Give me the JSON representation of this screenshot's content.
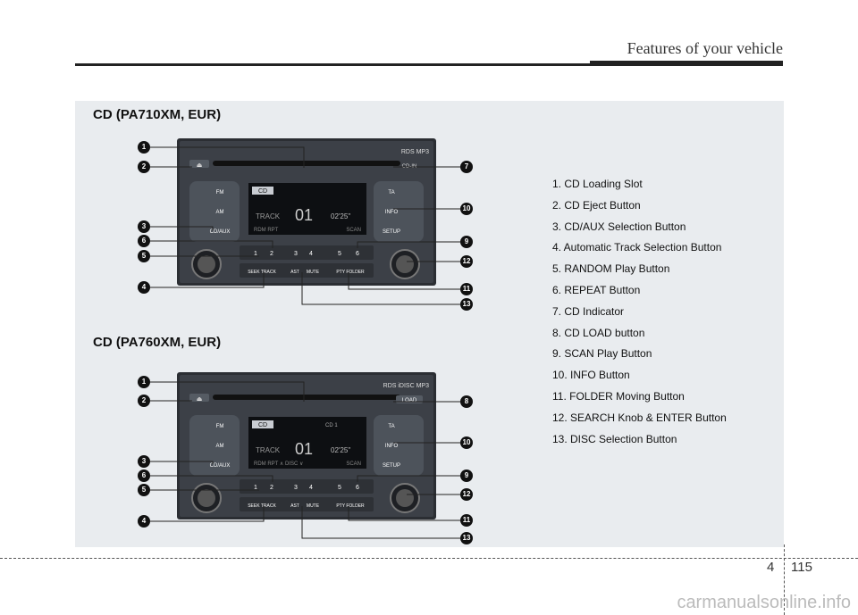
{
  "header": {
    "title": "Features of your vehicle"
  },
  "sections": [
    {
      "title": "CD (PA710XM, EUR)",
      "radio": {
        "top_right_logos": "RDS MP3",
        "slot_label": "CD-IN",
        "left_buttons": [
          "FM",
          "AM",
          "CD/AUX"
        ],
        "right_buttons": [
          "TA",
          "INFO",
          "SETUP"
        ],
        "screen_top": "CD",
        "screen_track_label": "TRACK",
        "screen_track_num": "01",
        "screen_time": "02'25\"",
        "screen_bottom_left": "RDM   RPT",
        "screen_bottom_right": "SCAN",
        "presets": [
          "1",
          "2",
          "3",
          "4",
          "5",
          "6"
        ],
        "bottom_buttons": [
          "SEEK TRACK",
          "AST",
          "MUTE",
          "PTY FOLDER"
        ]
      }
    },
    {
      "title": "CD (PA760XM, EUR)",
      "radio": {
        "top_right_logos": "RDS iDISC MP3",
        "slot_label": "LOAD",
        "left_buttons": [
          "FM",
          "AM",
          "CD/AUX"
        ],
        "right_buttons": [
          "TA",
          "INFO",
          "SETUP"
        ],
        "screen_top": "CD",
        "screen_top_right": "CD 1",
        "screen_track_label": "TRACK",
        "screen_track_num": "01",
        "screen_time": "02'25\"",
        "screen_bottom_left": "RDM   RPT   ∧ DISC ∨",
        "screen_bottom_right": "SCAN",
        "presets": [
          "1",
          "2",
          "3",
          "4",
          "5",
          "6"
        ],
        "bottom_buttons": [
          "SEEK TRACK",
          "AST",
          "MUTE",
          "PTY FOLDER"
        ]
      }
    }
  ],
  "legend": [
    "1. CD Loading Slot",
    "2. CD Eject Button",
    "3. CD/AUX Selection Button",
    "4. Automatic Track Selection Button",
    "5. RANDOM Play Button",
    "6. REPEAT Button",
    "7. CD Indicator",
    "8. CD LOAD button",
    "9. SCAN Play Button",
    "10. INFO Button",
    "11. FOLDER Moving Button",
    "12. SEARCH Knob & ENTER Button",
    "13. DISC Selection Button"
  ],
  "callouts_top": [
    "1",
    "2",
    "3",
    "6",
    "5",
    "4",
    "7",
    "10",
    "9",
    "12",
    "11",
    "13"
  ],
  "callouts_bottom": [
    "1",
    "2",
    "3",
    "6",
    "5",
    "4",
    "8",
    "10",
    "9",
    "12",
    "11",
    "13"
  ],
  "footer": {
    "section": "4",
    "page": "115",
    "watermark": "carmanualsonline.info"
  }
}
